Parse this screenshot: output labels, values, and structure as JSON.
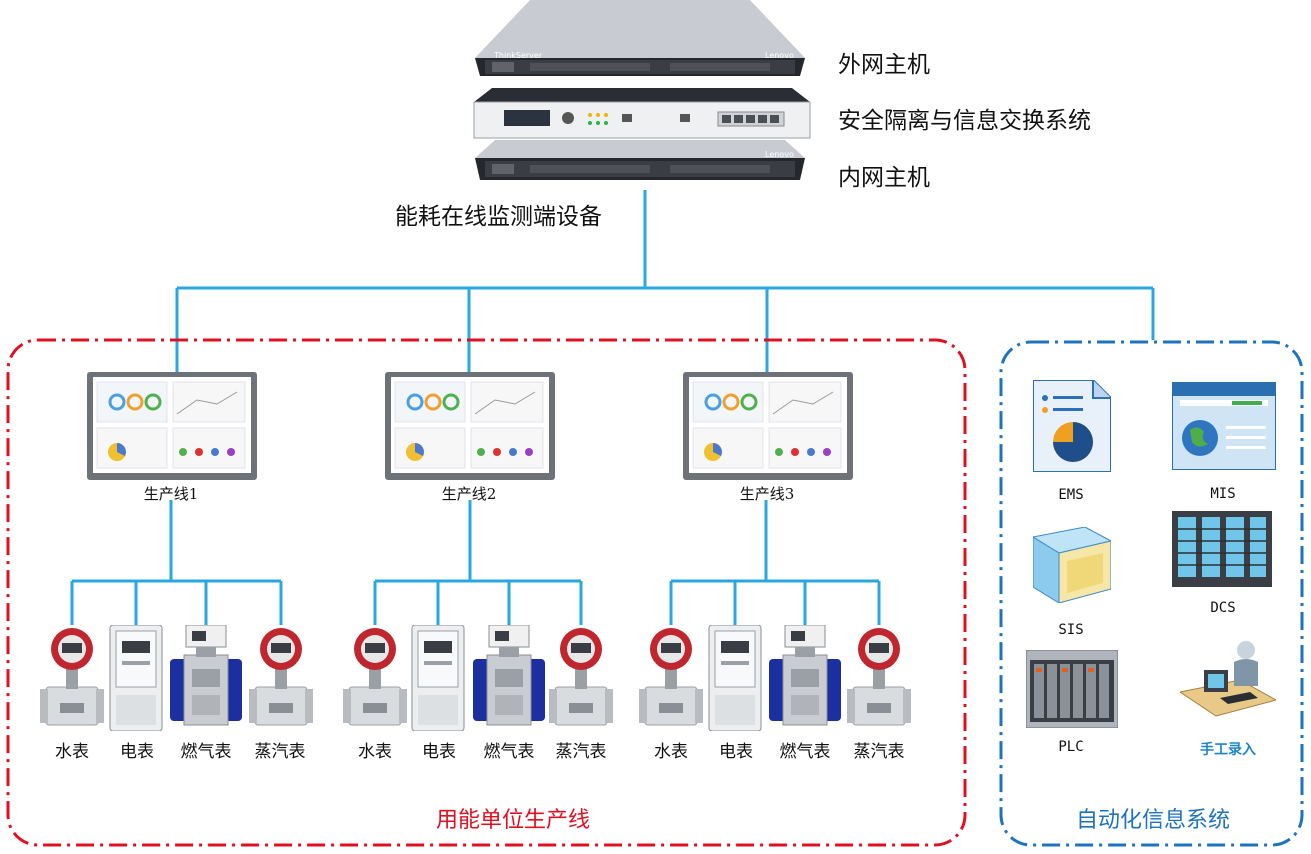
{
  "top": {
    "outer_host": "外网主机",
    "isolation": "安全隔离与信息交换系统",
    "inner_host": "内网主机",
    "terminal": "能耗在线监测端设备",
    "server_brand_left": "ThinkServer",
    "server_brand_right": "Lenovo"
  },
  "production": {
    "group_title": "用能单位生产线",
    "lines": [
      {
        "label": "生产线1",
        "meters": [
          "水表",
          "电表",
          "燃气表",
          "蒸汽表"
        ]
      },
      {
        "label": "生产线2",
        "meters": [
          "水表",
          "电表",
          "燃气表",
          "蒸汽表"
        ]
      },
      {
        "label": "生产线3",
        "meters": [
          "水表",
          "电表",
          "燃气表",
          "蒸汽表"
        ]
      }
    ]
  },
  "automation": {
    "group_title": "自动化信息系统",
    "systems": {
      "ems": "EMS",
      "mis": "MIS",
      "sis": "SIS",
      "dcs": "DCS",
      "plc": "PLC",
      "manual": "手工录入"
    }
  },
  "colors": {
    "wire": "#29a7e1",
    "production_border": "#e01020",
    "automation_border": "#1e73be"
  }
}
